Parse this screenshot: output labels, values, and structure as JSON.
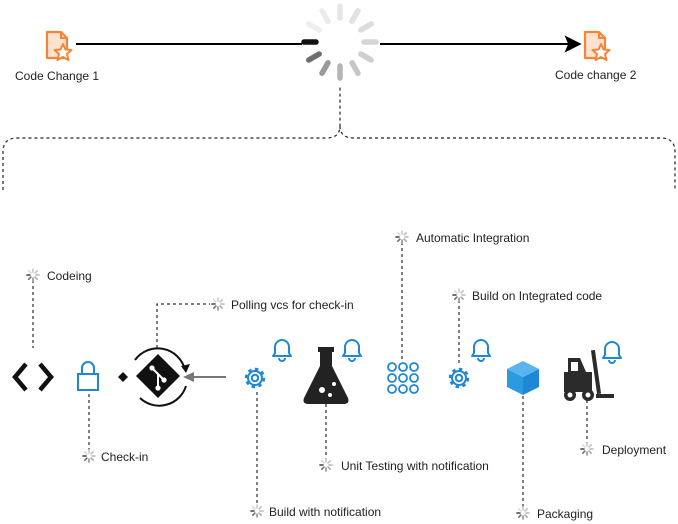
{
  "colors": {
    "accent_orange": "#F58536",
    "accent_blue": "#1E88D6",
    "dark": "#1a1a1a",
    "line": "#000000",
    "spinner": "#9a9a9a"
  },
  "nodes": {
    "code_change_1": {
      "label": "Code Change 1",
      "icon": "star-document-icon"
    },
    "code_change_2": {
      "label": "Code change 2",
      "icon": "star-document-icon"
    },
    "center": {
      "icon": "loading-spinner-icon"
    }
  },
  "steps": {
    "coding": {
      "label": "Codeing",
      "icon": "code-brackets-icon"
    },
    "checkin": {
      "label": "Check-in",
      "icon": "lock-icon"
    },
    "polling": {
      "label": "Polling vcs for check-in",
      "icon": "git-icon"
    },
    "build_notify": {
      "label": "Build with notification",
      "icon": "gear-icon"
    },
    "unit_test": {
      "label": "Unit Testing with notification",
      "icon": "flask-icon"
    },
    "auto_integration": {
      "label": "Automatic Integration",
      "icon": "dot-grid-icon"
    },
    "build_integrated": {
      "label": "Build on Integrated code",
      "icon": "gear-icon"
    },
    "packaging": {
      "label": "Packaging",
      "icon": "package-cube-icon"
    },
    "deployment": {
      "label": "Deployment",
      "icon": "forklift-icon"
    }
  }
}
